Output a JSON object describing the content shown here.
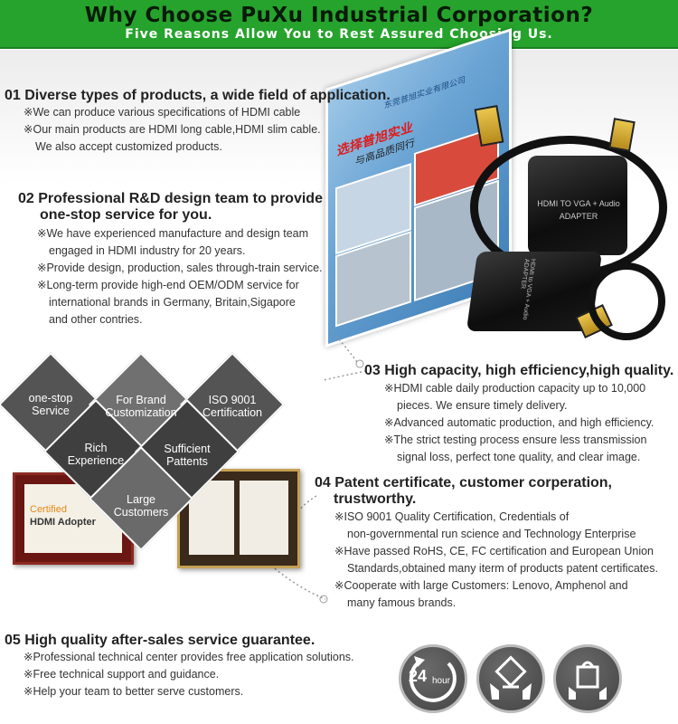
{
  "header": {
    "title": "Why Choose PuXu Industrial Corporation?",
    "subtitle": "Five Reasons Allow You to Rest Assured Choosing Us."
  },
  "sections": [
    {
      "heading": "01 Diverse types of products, a wide field of application.",
      "lines": [
        "※We can produce various specifications of HDMI cable",
        "※Our main products are HDMI long cable,HDMI slim cable.",
        "We also accept customized products."
      ]
    },
    {
      "heading_line1": "02 Professional R&D design team to provide",
      "heading_line2": "one-stop service for you.",
      "lines": [
        "※We have experienced manufacture and design team",
        "engaged in HDMI industry for 20 years.",
        "※Provide design, production, sales through-train service.",
        "※Long-term provide high-end OEM/ODM service for",
        "international brands in Germany, Britain,Sigapore",
        "and other contries."
      ]
    },
    {
      "heading": "03 High capacity, high efficiency,high quality.",
      "lines": [
        "※HDMI cable daily production capacity up to 10,000",
        "pieces. We ensure timely delivery.",
        "※Advanced automatic production, and high efficiency.",
        "※The strict testing process ensure less transmission",
        "signal loss, perfect tone quality, and clear image."
      ]
    },
    {
      "heading_line1": "04 Patent certificate, customer corperation,",
      "heading_line2": "trustworthy.",
      "lines": [
        "※ISO 9001 Quality Certification, Credentials of",
        "non-governmental run science and Technology Enterprise",
        "※Have passed RoHS, CE, FC certification and European Union",
        "Standards,obtained many iterm of products patent certificates.",
        "※Cooperate with large Customers: Lenovo, Amphenol and",
        "many famous brands."
      ]
    },
    {
      "heading": "05 High quality after-sales service guarantee.",
      "lines": [
        "※Professional technical center provides free application solutions.",
        "※Free technical support and guidance.",
        "※Help your team to better serve customers."
      ]
    }
  ],
  "diamonds": [
    {
      "line1": "one-stop",
      "line2": "Service"
    },
    {
      "line1": "For  Brand",
      "line2": "Customization"
    },
    {
      "line1": "ISO 9001",
      "line2": "Certification"
    },
    {
      "line1": "Rich",
      "line2": "Experience"
    },
    {
      "line1": "Sufficient",
      "line2": "Pattents"
    },
    {
      "line1": "Large",
      "line2": "Customers"
    }
  ],
  "product": {
    "box_label_1": "HDMI TO VGA + Audio",
    "box_label_2": "ADAPTER",
    "box2_label": "HDMI to VGA + Audio ADAPTER",
    "factory_title": "选择普旭实业",
    "factory_subtitle": "与高品质同行",
    "factory_top": "东莞普旭实业有限公司"
  },
  "certificates": {
    "left_line1": "Certified",
    "left_line2": "HDMI Adopter"
  },
  "icons": {
    "hours_number": "24",
    "hours_unit": "hour"
  },
  "colors": {
    "banner": "#26a32c",
    "diamond_dark": "#4a4a4a",
    "diamond_mid": "#6e6e6e"
  }
}
